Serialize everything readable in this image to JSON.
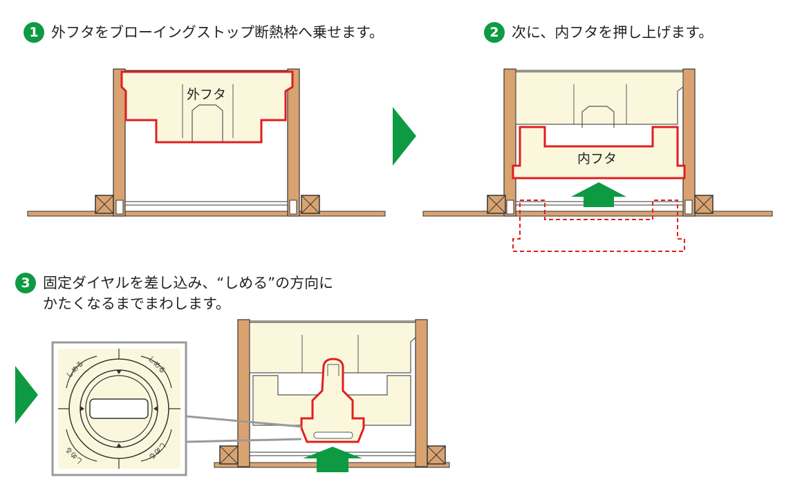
{
  "steps": [
    {
      "number": "1",
      "text": "外フタをブローイングストップ断熱枠へ乗せます。"
    },
    {
      "number": "2",
      "text": "次に、内フタを押し上げます。"
    },
    {
      "number": "3",
      "line1": "固定ダイヤルを差し込み、“しめる”の方向に",
      "line2": "かたくなるまでまわします。"
    }
  ],
  "labels": {
    "outer_lid": "外フタ",
    "inner_lid": "内フタ"
  },
  "dial": {
    "closed_label": "しめる"
  },
  "colors": {
    "step_green": "#0e9a43",
    "highlight_red": "#e01e1e",
    "wood": "#d9a371",
    "panel_cream": "#fbf7dd"
  },
  "icons": [
    "right-arrow-icon",
    "up-arrow-icon",
    "dial-icon"
  ]
}
